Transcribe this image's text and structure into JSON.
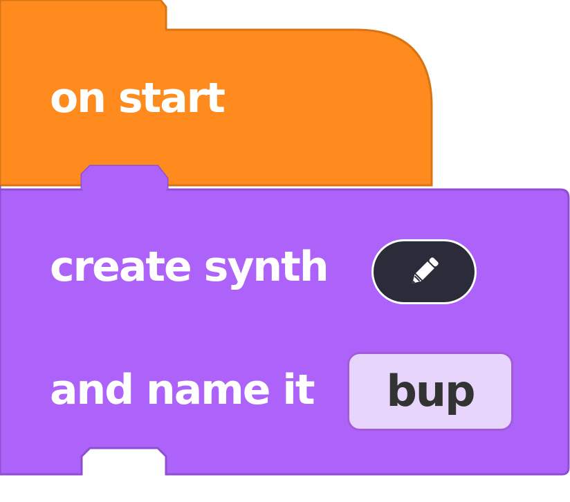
{
  "hat_block": {
    "label": "on start",
    "color": "#FF8B1F",
    "border_color": "#D87414"
  },
  "synth_block": {
    "line1_label": "create synth",
    "line2_label": "and name it",
    "name_value": "bup",
    "edit_icon": "pencil-icon",
    "color": "#AD62F9",
    "border_color": "#8E4FD3",
    "field_color": "#E8D5FB",
    "pill_color": "#2C2B3A"
  }
}
